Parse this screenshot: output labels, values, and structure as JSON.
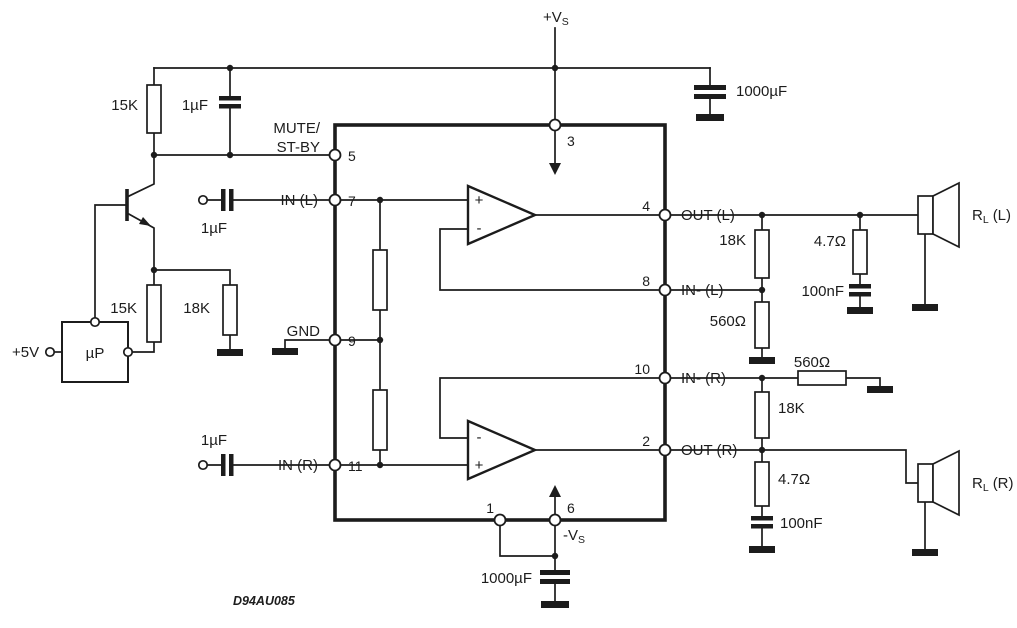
{
  "meta": {
    "doc_id": "D94AU085"
  },
  "supply": {
    "pos_main": "+V",
    "neg_main": "-V",
    "sub": "S",
    "cap_top": "1000µF",
    "cap_bottom": "1000µF"
  },
  "ic": {
    "pins": {
      "n1": "1",
      "n2": "2",
      "n3": "3",
      "n4": "4",
      "n5": "5",
      "n6": "6",
      "n7": "7",
      "n8": "8",
      "n9": "9",
      "n10": "10",
      "n11": "11"
    },
    "labels": {
      "mute_line1": "MUTE/",
      "mute_line2": "ST-BY",
      "in_l": "IN (L)",
      "gnd": "GND",
      "in_r": "IN (R)",
      "out_l": "OUT (L)",
      "in_minus_l": "IN- (L)",
      "in_minus_r": "IN- (R)",
      "out_r": "OUT (R)"
    },
    "opamps": {
      "plus": "+",
      "minus": "-"
    }
  },
  "standby": {
    "r_pullup": "15K",
    "c_filter": "1µF",
    "r_series": "15K",
    "r_ground": "18K",
    "micro": "µP",
    "v_control": "+5V"
  },
  "inputs": {
    "c_in_l": "1µF",
    "c_in_r": "1µF"
  },
  "left_channel": {
    "r_feedback": "18K",
    "r_gain": "560Ω",
    "r_zobel": "4.7Ω",
    "c_zobel": "100nF",
    "load_main": "R",
    "load_sub": "L",
    "load_rest": "(L)"
  },
  "right_channel": {
    "r_gain": "560Ω",
    "r_feedback": "18K",
    "r_zobel": "4.7Ω",
    "c_zobel": "100nF",
    "load_main": "R",
    "load_sub": "L",
    "load_rest": "(R)"
  }
}
